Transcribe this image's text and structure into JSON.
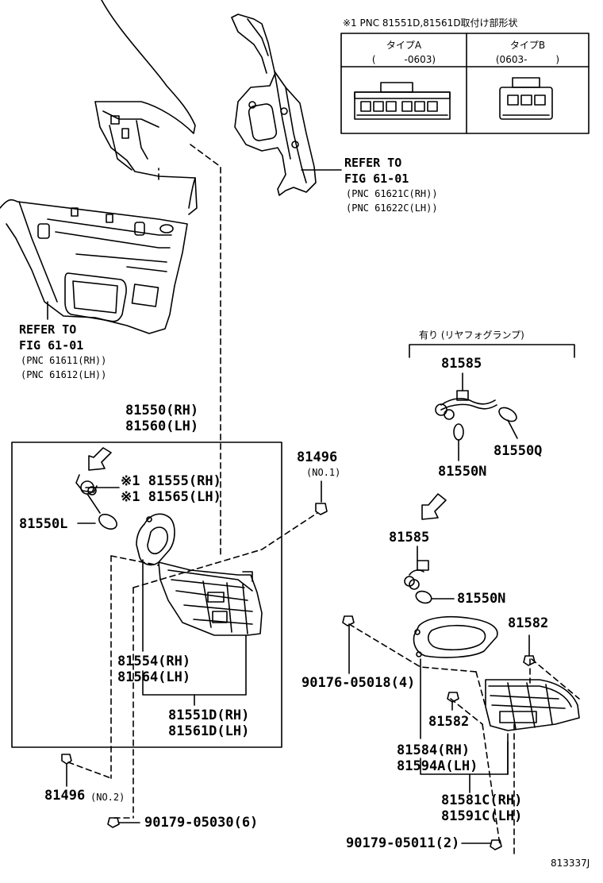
{
  "inset": {
    "title": "※1 PNC 81551D,81561D取付け部形状",
    "type_a_label": "タイプA",
    "type_a_range": "(　　　-0603)",
    "type_b_label": "タイプB",
    "type_b_range": "(0603-　　　)"
  },
  "refer_top": {
    "line1": "REFER TO",
    "line2": "FIG 61-01",
    "line3": "(PNC 61621C(RH))",
    "line4": "(PNC 61622C(LH))"
  },
  "refer_left": {
    "line1": "REFER TO",
    "line2": "FIG 61-01",
    "line3": "(PNC 61611(RH))",
    "line4": "(PNC 61612(LH))"
  },
  "fog_note": "有り (リヤフォグランプ)",
  "labels": {
    "p81550_rh": "81550(RH)",
    "p81560_lh": "81560(LH)",
    "p81496": "81496",
    "p81496_no1": "(NO.1)",
    "p81555": "※1 81555(RH)",
    "p81565": "※1 81565(LH)",
    "p81550L": "81550L",
    "p81554": "81554(RH)",
    "p81564": "81564(LH)",
    "p81551D": "81551D(RH)",
    "p81561D": "81561D(LH)",
    "p81496_b": "81496",
    "p81496_no2": "(NO.2)",
    "p90179_05030": "90179-05030(6)",
    "p81585_a": "81585",
    "p81550Q": "81550Q",
    "p81550N_a": "81550N",
    "p81585_b": "81585",
    "p81550N_b": "81550N",
    "p81582_a": "81582",
    "p90176": "90176-05018(4)",
    "p81582_b": "81582",
    "p81584": "81584(RH)",
    "p81594A": "81594A(LH)",
    "p81581C": "81581C(RH)",
    "p81591C": "81591C(LH)",
    "p90179_05011": "90179-05011(2)"
  },
  "figure_id": "813337J"
}
